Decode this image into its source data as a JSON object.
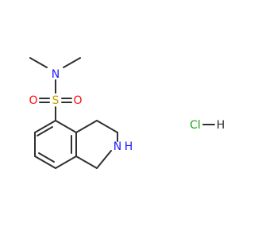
{
  "molecule": {
    "atoms": {
      "nitrogen_dimethyl": {
        "symbol": "N",
        "color": "#2020ff"
      },
      "sulfur": {
        "symbol": "S",
        "color": "#c8a000"
      },
      "oxygen_left": {
        "symbol": "O",
        "color": "#ff0d0d"
      },
      "oxygen_right": {
        "symbol": "O",
        "color": "#ff0d0d"
      },
      "nitrogen_ring": {
        "symbol": "N",
        "color": "#2020ff"
      },
      "nitrogen_ring_h": {
        "symbol": "H",
        "color": "#2020ff"
      }
    },
    "bond_color": "#303030"
  },
  "salt": {
    "label": "HCl",
    "chlorine": "Cl",
    "hydrogen": "H",
    "chlorine_color": "#1aaa1a",
    "hydrogen_color": "#303030"
  }
}
